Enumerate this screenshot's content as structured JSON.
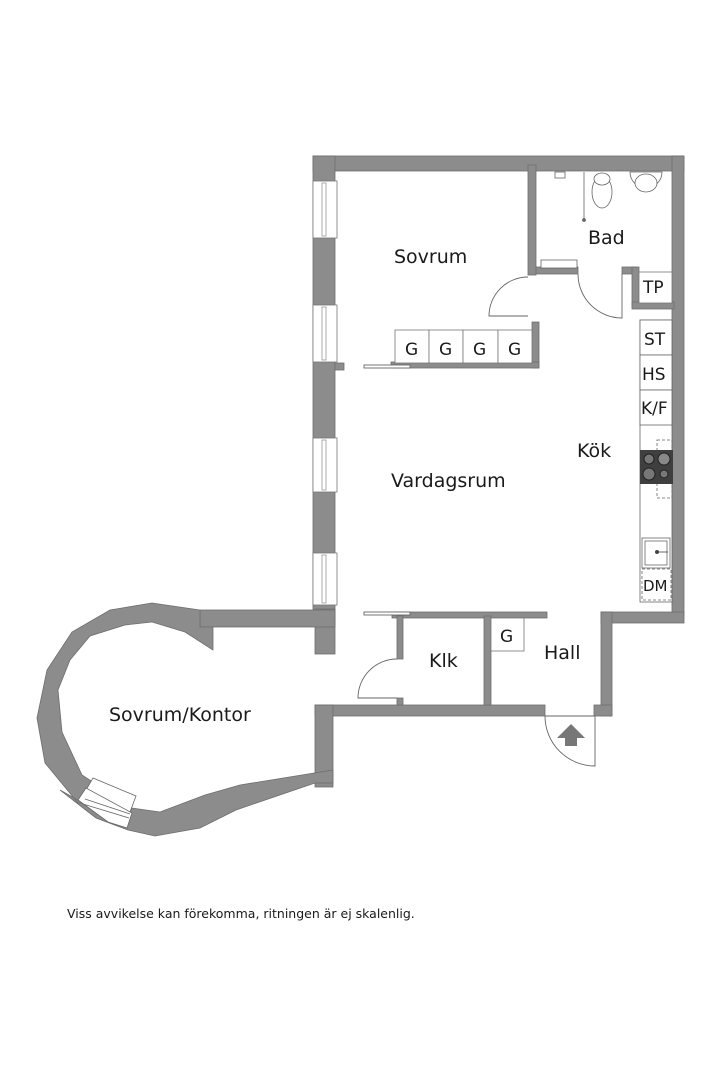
{
  "floorplan": {
    "colors": {
      "wall": "#8c8c8c",
      "wall_stroke": "#6e6e6e",
      "line": "#666666",
      "text": "#1a1a1a",
      "stove": "#3f3f3f"
    },
    "rooms": {
      "sovrum": "Sovrum",
      "bad": "Bad",
      "vardagsrum": "Vardagsrum",
      "kok": "Kök",
      "klk": "Klk",
      "hall": "Hall",
      "sovrum_kontor": "Sovrum/Kontor"
    },
    "fixtures": {
      "tp": "TP",
      "st": "ST",
      "hs": "HS",
      "kf": "K/F",
      "dm": "DM",
      "wardrobes": [
        "G",
        "G",
        "G",
        "G"
      ],
      "hall_wardrobe": "G"
    },
    "icons": [
      "entrance-arrow-icon",
      "stove-icon",
      "sink-icon",
      "toilet-icon",
      "washbasin-icon",
      "shower-icon"
    ]
  },
  "footer": {
    "disclaimer": "Viss avvikelse kan förekomma, ritningen är ej skalenlig."
  }
}
